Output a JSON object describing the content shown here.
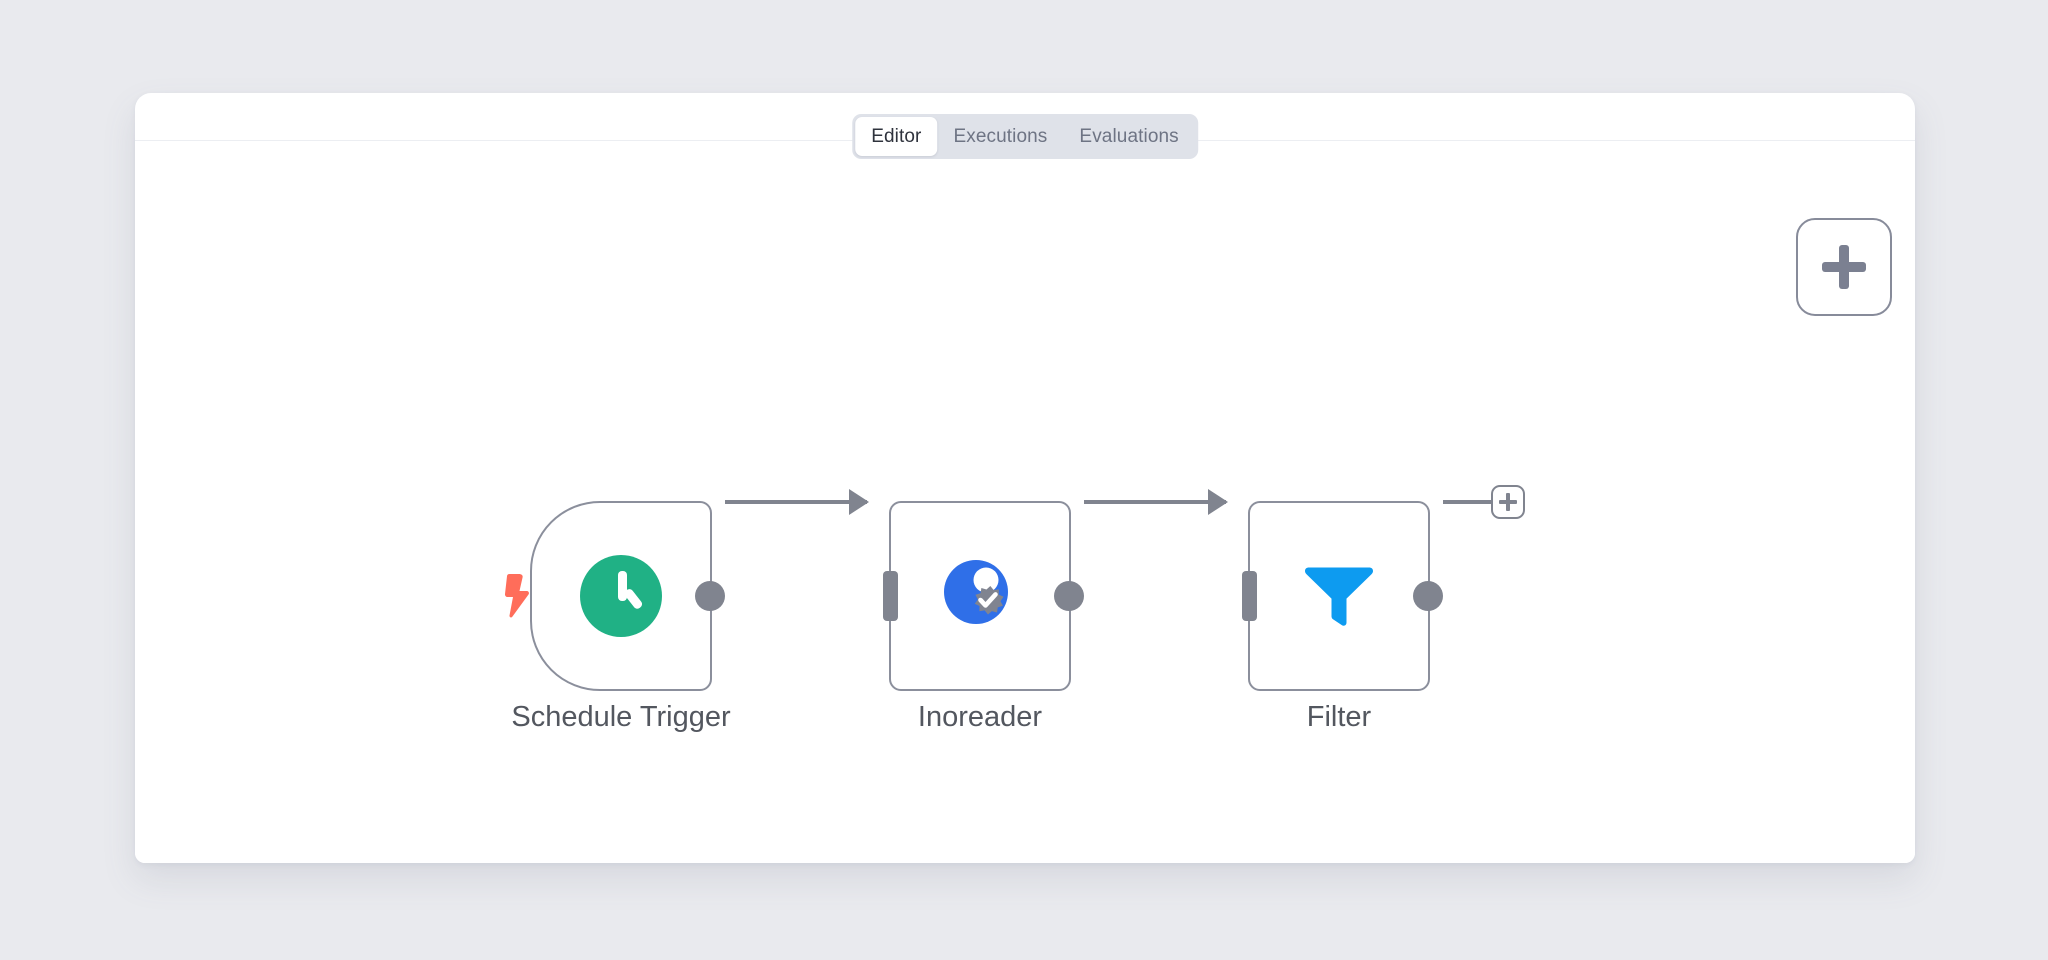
{
  "theme": {
    "page_background": "#e9eaee",
    "panel_background": "#ffffff",
    "node_border": "#8b8f9c",
    "connector": "#80848f",
    "accent_green": "#20b185",
    "accent_blue": "#2f6fe8",
    "accent_filter_blue": "#0d9bf0",
    "accent_coral": "#ff6d5a",
    "tab_track": "#dfe2e9",
    "label_text": "#53575f"
  },
  "header": {
    "tabs": [
      {
        "label": "Editor",
        "active": true
      },
      {
        "label": "Executions",
        "active": false
      },
      {
        "label": "Evaluations",
        "active": false
      }
    ]
  },
  "toolbar": {
    "add_node_label": "+",
    "add_node_icon": "plus-icon"
  },
  "canvas": {
    "nodes": [
      {
        "id": "schedule-trigger",
        "label": "Schedule Trigger",
        "type": "trigger",
        "icon": "clock-icon",
        "icon_color": "#20b185",
        "badge": "lightning-bolt-icon",
        "badge_color": "#ff6d5a",
        "has_input": false,
        "has_output": true
      },
      {
        "id": "inoreader",
        "label": "Inoreader",
        "type": "action",
        "icon": "inoreader-logo-icon",
        "icon_color": "#2f6fe8",
        "badge": "verified-check-icon",
        "badge_color": "#808490",
        "has_input": true,
        "has_output": true
      },
      {
        "id": "filter",
        "label": "Filter",
        "type": "action",
        "icon": "funnel-icon",
        "icon_color": "#0d9bf0",
        "badge": null,
        "has_input": true,
        "has_output": true
      }
    ],
    "connections": [
      {
        "from": "schedule-trigger",
        "to": "inoreader"
      },
      {
        "from": "inoreader",
        "to": "filter"
      },
      {
        "from": "filter",
        "to": "add-node-stub"
      }
    ],
    "add_inline_label": "+",
    "add_inline_icon": "plus-icon"
  }
}
